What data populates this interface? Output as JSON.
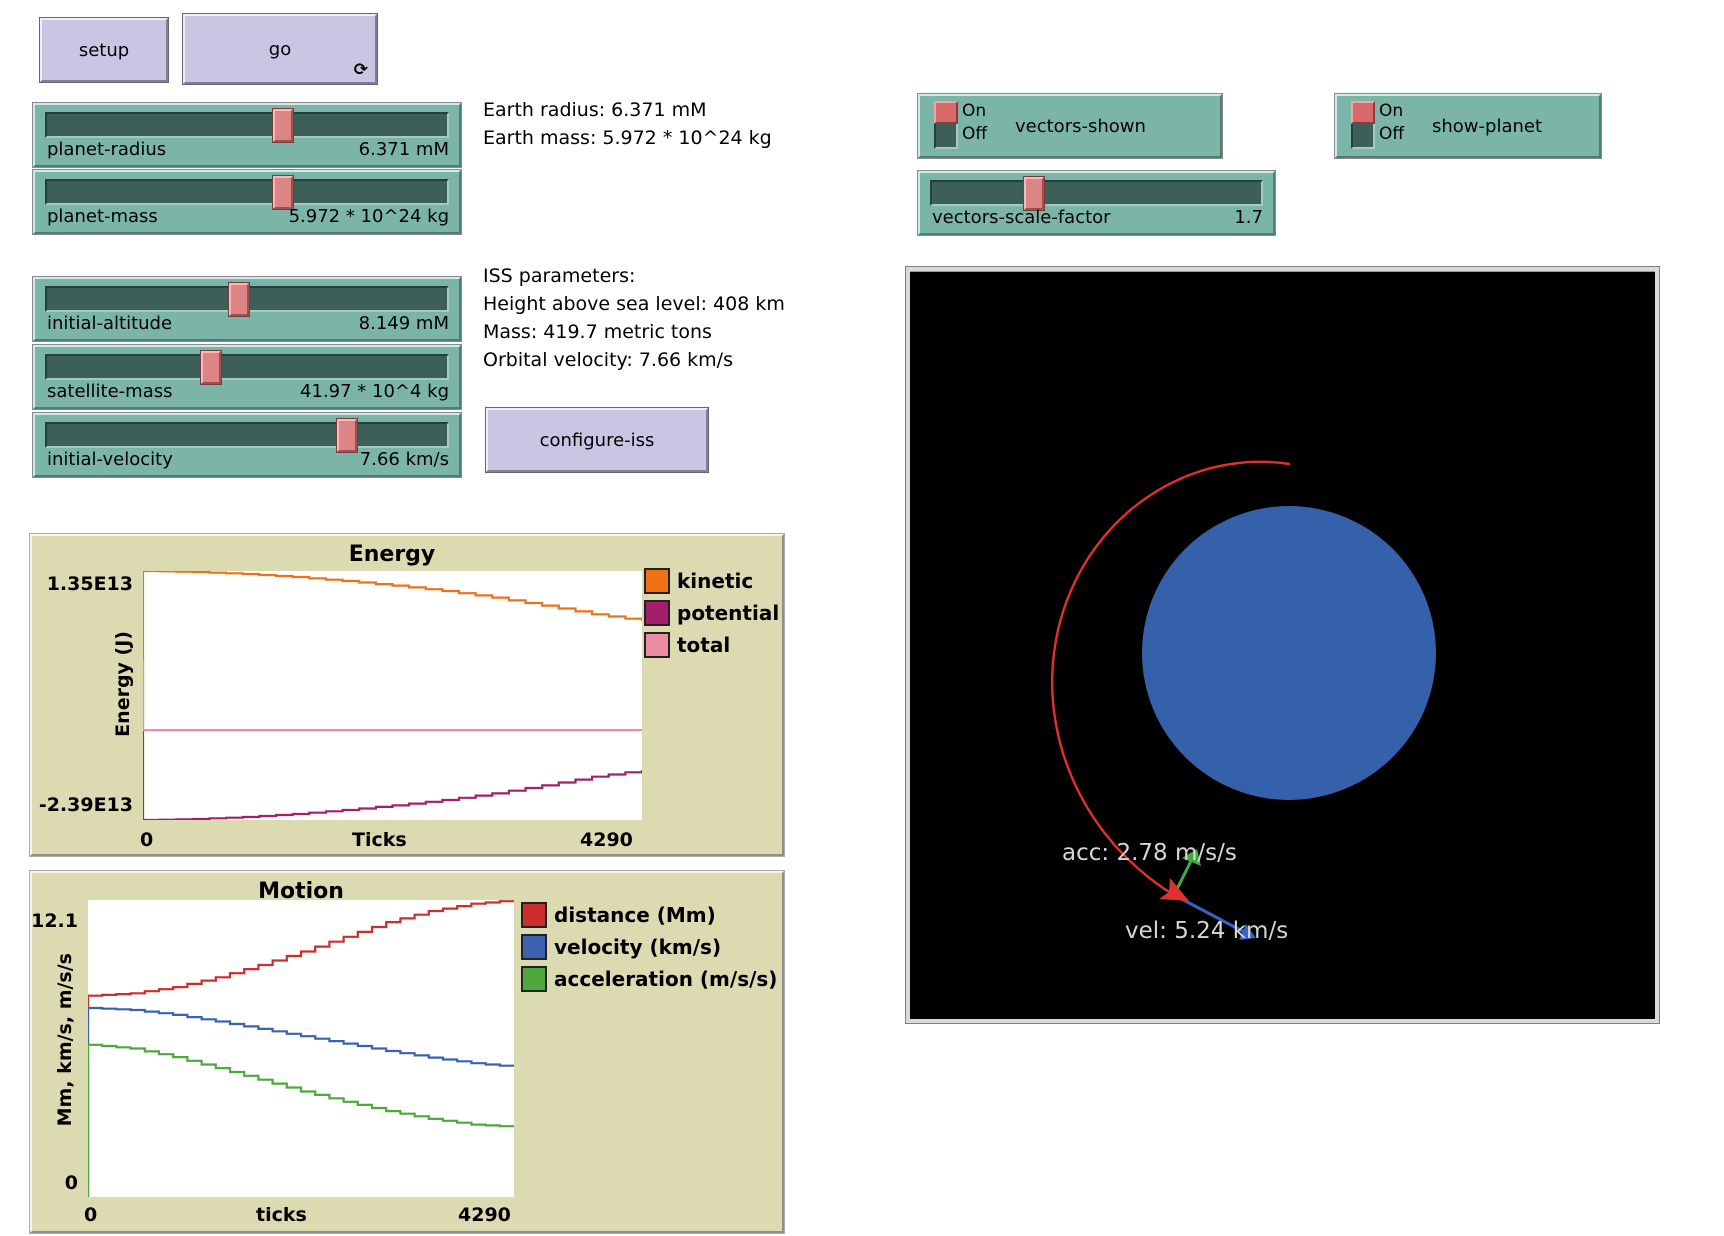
{
  "buttons": {
    "setup": "setup",
    "go": "go",
    "forever_icon": "⟳",
    "configure_iss": "configure-iss"
  },
  "sliders": {
    "planet_radius": {
      "label": "planet-radius",
      "value": "6.371 mM",
      "fraction": 0.59
    },
    "planet_mass": {
      "label": "planet-mass",
      "value": "5.972 * 10^24 kg",
      "fraction": 0.59
    },
    "initial_altitude": {
      "label": "initial-altitude",
      "value": "8.149 mM",
      "fraction": 0.48
    },
    "satellite_mass": {
      "label": "satellite-mass",
      "value": "41.97 * 10^4 kg",
      "fraction": 0.41
    },
    "initial_velocity": {
      "label": "initial-velocity",
      "value": "7.66 km/s",
      "fraction": 0.75
    },
    "vectors_scale_factor": {
      "label": "vectors-scale-factor",
      "value": "1.7",
      "fraction": 0.31
    }
  },
  "switches": {
    "vectors_shown": {
      "label": "vectors-shown",
      "on_label": "On",
      "off_label": "Off",
      "state": "on"
    },
    "show_planet": {
      "label": "show-planet",
      "on_label": "On",
      "off_label": "Off",
      "state": "on"
    }
  },
  "info_texts": {
    "earth": [
      "Earth radius: 6.371 mM",
      "Earth mass: 5.972 * 10^24 kg"
    ],
    "iss": [
      "ISS parameters:",
      "Height above sea level: 408 km",
      "Mass: 419.7 metric tons",
      "Orbital velocity: 7.66 km/s"
    ]
  },
  "world": {
    "acc_label": "acc: 2.78 m/s/s",
    "vel_label": "vel: 5.24 km/s",
    "bg_color": "#000000",
    "planet_color": "#3560aa",
    "trail_color": "#e23030",
    "satellite_color": "#e23030",
    "acc_vector_color": "#3fae3f",
    "vel_vector_color": "#3a62c0",
    "label_color": "#d6d6d6"
  },
  "chart_data": [
    {
      "type": "line",
      "title": "Energy",
      "ylabel": "Energy (J)",
      "xlabel": "Ticks",
      "xlim": [
        0,
        4290
      ],
      "ylim": [
        -23900000000000.0,
        13500000000000.0
      ],
      "ymax_label": "1.35E13",
      "ymin_label": "-2.39E13",
      "xmin_label": "0",
      "xmax_label": "4290",
      "grid": false,
      "legend_position": "right",
      "x": [
        0,
        429,
        858,
        1287,
        1716,
        2145,
        2574,
        3003,
        3432,
        3861,
        4290
      ],
      "series": [
        {
          "name": "kinetic",
          "color": "#ee7118",
          "from_zero": true,
          "values": [
            13500000000000.0,
            13350000000000.0,
            13050000000000.0,
            12600000000000.0,
            12000000000000.0,
            11300000000000.0,
            10500000000000.0,
            9500000000000.0,
            8300000000000.0,
            7000000000000.0,
            6000000000000.0
          ]
        },
        {
          "name": "potential",
          "color": "#a12069",
          "from_zero": true,
          "values": [
            -23900000000000.0,
            -23750000000000.0,
            -23450000000000.0,
            -23000000000000.0,
            -22400000000000.0,
            -21700000000000.0,
            -20900000000000.0,
            -19900000000000.0,
            -18700000000000.0,
            -17400000000000.0,
            -16400000000000.0
          ]
        },
        {
          "name": "total",
          "color": "#ec8ba4",
          "from_zero": true,
          "values": [
            -10400000000000.0,
            -10400000000000.0,
            -10400000000000.0,
            -10400000000000.0,
            -10400000000000.0,
            -10400000000000.0,
            -10400000000000.0,
            -10400000000000.0,
            -10400000000000.0,
            -10400000000000.0,
            -10400000000000.0
          ]
        }
      ]
    },
    {
      "type": "line",
      "title": "Motion",
      "ylabel": "Mm, km/s, m/s/s",
      "xlabel": "ticks",
      "xlim": [
        0,
        4290
      ],
      "ylim": [
        0,
        12.1
      ],
      "ymax_label": "12.1",
      "ymin_label": "0",
      "xmin_label": "0",
      "xmax_label": "4290",
      "grid": false,
      "legend_position": "right",
      "x": [
        0,
        429,
        858,
        1287,
        1716,
        2145,
        2574,
        3003,
        3432,
        3861,
        4290
      ],
      "series": [
        {
          "name": "distance (Mm)",
          "color": "#cc2d2d",
          "from_zero": true,
          "values": [
            8.2,
            8.3,
            8.55,
            8.95,
            9.45,
            10.0,
            10.6,
            11.2,
            11.65,
            11.95,
            12.1
          ]
        },
        {
          "name": "velocity (km/s)",
          "color": "#3a62b0",
          "from_zero": true,
          "values": [
            7.7,
            7.62,
            7.42,
            7.15,
            6.85,
            6.55,
            6.25,
            5.95,
            5.68,
            5.45,
            5.3
          ]
        },
        {
          "name": "acceleration (m/s/s)",
          "color": "#4da83d",
          "from_zero": true,
          "values": [
            6.2,
            6.05,
            5.7,
            5.25,
            4.78,
            4.3,
            3.88,
            3.5,
            3.18,
            2.95,
            2.85
          ]
        }
      ]
    }
  ]
}
